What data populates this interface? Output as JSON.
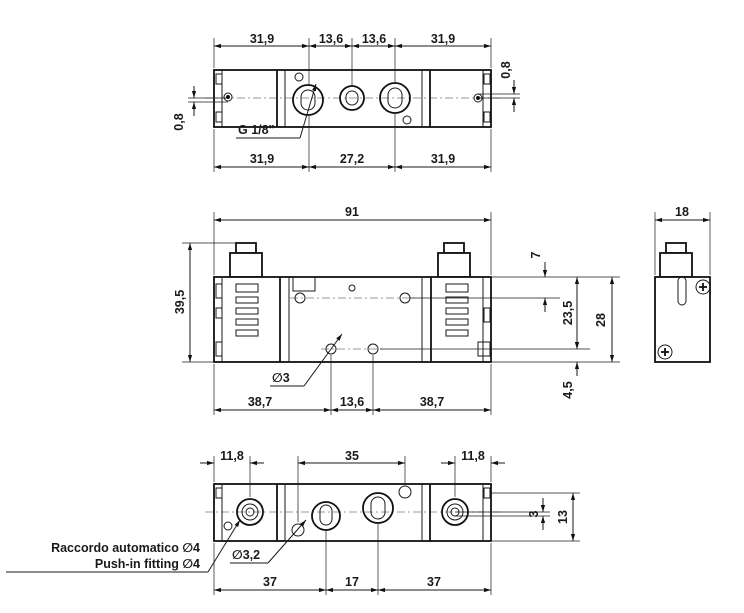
{
  "top_view": {
    "dims_top": [
      "31,9",
      "13,6",
      "13,6",
      "31,9"
    ],
    "dims_bottom": [
      "31,9",
      "27,2",
      "31,9"
    ],
    "right_offset": "0,8",
    "left_offset": "0,8",
    "port_label": "G 1/8\""
  },
  "front_view": {
    "overall_width": "91",
    "overall_height": "39,5",
    "dims_bottom": [
      "38,7",
      "13,6",
      "38,7"
    ],
    "hole_label": "∅3",
    "right_dims": [
      "7",
      "23,5",
      "28",
      "4,5"
    ]
  },
  "side_view": {
    "width": "18"
  },
  "bottom_view": {
    "dims_top": [
      "11,8",
      "35",
      "11,8"
    ],
    "dims_bottom": [
      "37",
      "17",
      "37"
    ],
    "hole_label": "∅3,2",
    "right_dims": [
      "3",
      "13"
    ],
    "fitting_label_it": "Raccordo automatico ∅4",
    "fitting_label_en": "Push-in fitting ∅4"
  }
}
